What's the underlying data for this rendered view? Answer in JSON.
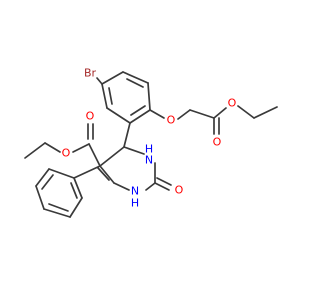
{
  "structure": {
    "atom_labels": {
      "br": "Br",
      "o_ether": "O",
      "o_ester_link": "O",
      "o_ester_carbonyl": "O",
      "o_left_carbonyl": "O",
      "o_left_link": "O",
      "o_urea": "O",
      "nh_top": "H",
      "n_top": "N",
      "nh_bottom": "H",
      "n_bottom": "N"
    },
    "colors": {
      "bond": "#3a3a3a",
      "oxygen": "#ff0000",
      "nitrogen": "#0000ff",
      "bromine": "#a52a2a"
    }
  }
}
